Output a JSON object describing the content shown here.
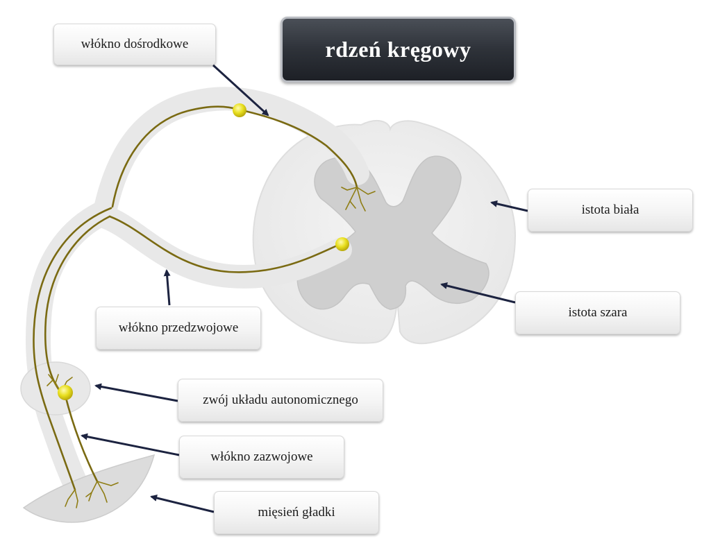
{
  "title": "rdzeń kręgowy",
  "labels": {
    "afferent_fiber": "włókno dośrodkowe",
    "white_matter": "istota biała",
    "gray_matter": "istota szara",
    "preganglionic_fiber": "włókno przedzwojowe",
    "autonomic_ganglion": "zwój układu autonomicznego",
    "postganglionic_fiber": "włókno zazwojowe",
    "smooth_muscle": "mięsień gładki"
  },
  "colors": {
    "title_bg": "#2e3239",
    "label_text": "#1b1b1b",
    "nerve_fiber": "#7a6a12",
    "neuron_body": "#e8df1e",
    "arrow": "#1c2340",
    "tissue_light": "#ececec",
    "gray_matter": "#cfcfcf"
  }
}
